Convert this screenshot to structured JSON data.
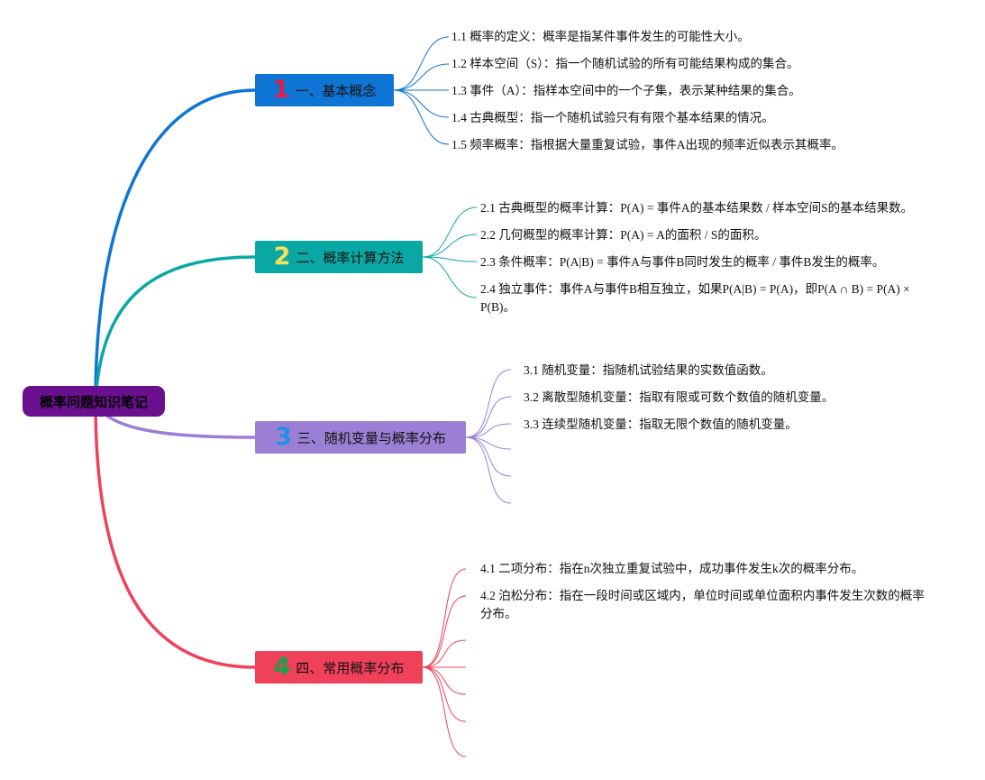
{
  "root": {
    "label": "概率问题知识笔记",
    "color": "#6a0f8e"
  },
  "branches": [
    {
      "number": "1",
      "number_color": "#e11d48",
      "label": "一、基本概念",
      "color": "#0f75d4",
      "items": [
        "1.1 概率的定义：概率是指某件事件发生的可能性大小。",
        "1.2 样本空间（S）：指一个随机试验的所有可能结果构成的集合。",
        "1.3 事件（A）：指样本空间中的一个子集，表示某种结果的集合。",
        "1.4 古典概型：指一个随机试验只有有限个基本结果的情况。",
        "1.5 频率概率：指根据大量重复试验，事件A出现的频率近似表示其概率。"
      ]
    },
    {
      "number": "2",
      "number_color": "#f5e05a",
      "label": "二、概率计算方法",
      "color": "#0aa8a4",
      "items": [
        "2.1 古典概型的概率计算：P(A) = 事件A的基本结果数 / 样本空间S的基本结果数。",
        "2.2 几何概型的概率计算：P(A) = A的面积 / S的面积。",
        "2.3 条件概率：P(A|B) = 事件A与事件B同时发生的概率 / 事件B发生的概率。",
        "2.4 独立事件：事件A与事件B相互独立，如果P(A|B) = P(A)，即P(A ∩ B) = P(A) × P(B)。"
      ]
    },
    {
      "number": "3",
      "number_color": "#1e90e8",
      "label": "三、随机变量与概率分布",
      "color": "#9b7fd4",
      "items": [
        "3.1 随机变量：指随机试验结果的实数值函数。",
        "3.2 离散型随机变量：指取有限或可数个数值的随机变量。",
        "3.3 连续型随机变量：指取无限个数值的随机变量。"
      ]
    },
    {
      "number": "4",
      "number_color": "#16a34a",
      "label": "四、常用概率分布",
      "color": "#f0415a",
      "items": [
        "4.1 二项分布：指在n次独立重复试验中，成功事件发生k次的概率分布。",
        "4.2 泊松分布：指在一段时间或区域内，单位时间或单位面积内事件发生次数的概率分布。"
      ]
    }
  ]
}
